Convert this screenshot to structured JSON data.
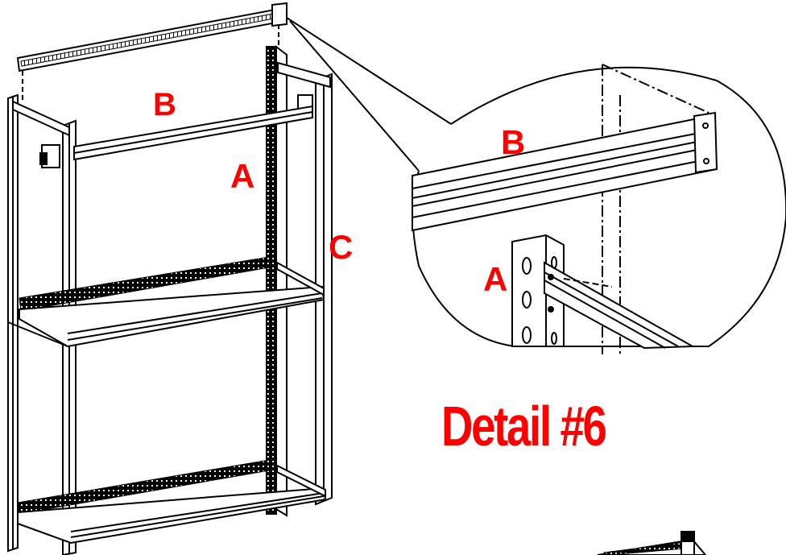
{
  "labels": {
    "b_main": "B",
    "a_main": "A",
    "c_main": "C",
    "b_detail": "B",
    "a_detail": "A"
  },
  "detail_title": "Detail #6",
  "colors": {
    "label": "#ff0000",
    "line": "#000000",
    "background": "#ffffff"
  }
}
